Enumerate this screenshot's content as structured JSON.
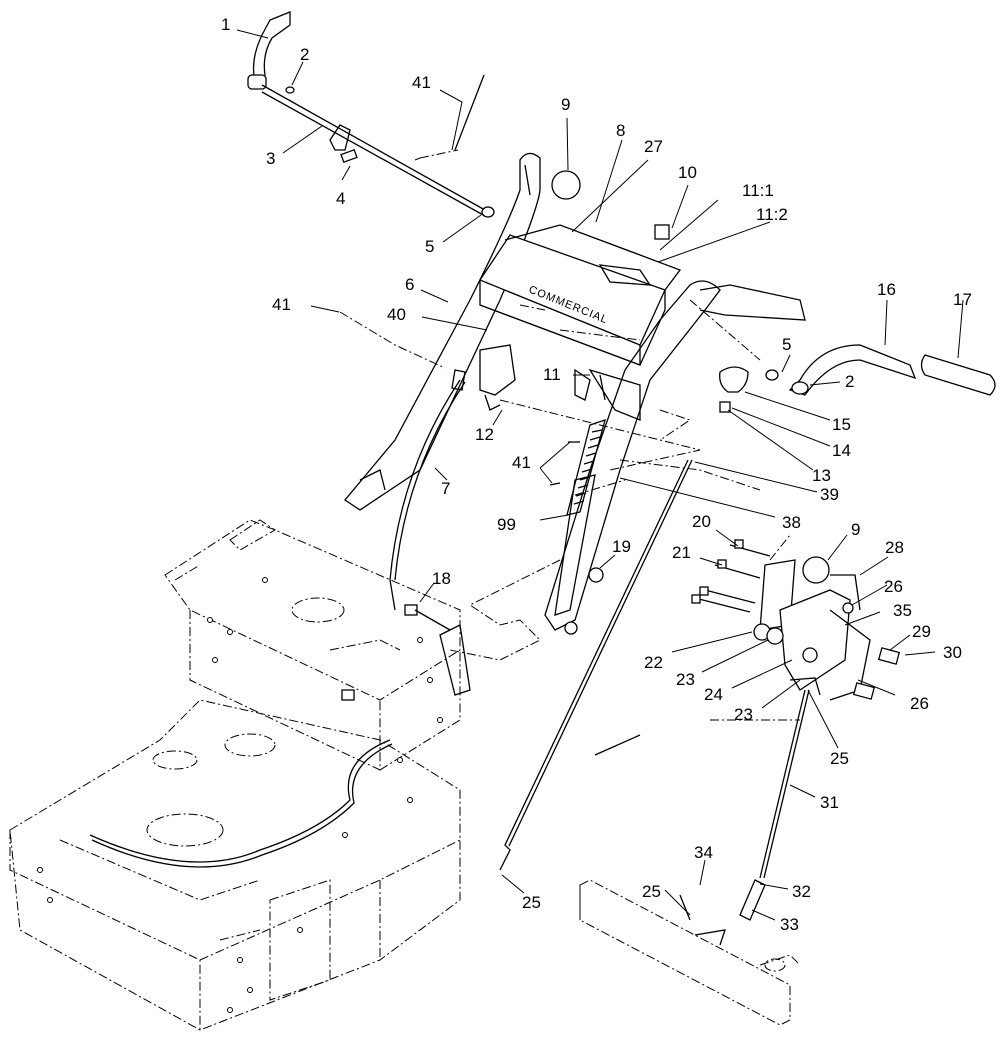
{
  "diagram": {
    "brand_text": "COMMERCIAL",
    "callouts": [
      {
        "id": "c1",
        "text": "1"
      },
      {
        "id": "c2a",
        "text": "2"
      },
      {
        "id": "c3",
        "text": "3"
      },
      {
        "id": "c4",
        "text": "4"
      },
      {
        "id": "c5a",
        "text": "5"
      },
      {
        "id": "c41a",
        "text": "41"
      },
      {
        "id": "c9a",
        "text": "9"
      },
      {
        "id": "c8",
        "text": "8"
      },
      {
        "id": "c27",
        "text": "27"
      },
      {
        "id": "c10",
        "text": "10"
      },
      {
        "id": "c11_1",
        "text": "11:1"
      },
      {
        "id": "c11_2",
        "text": "11:2"
      },
      {
        "id": "c6",
        "text": "6"
      },
      {
        "id": "c41b",
        "text": "41"
      },
      {
        "id": "c40",
        "text": "40"
      },
      {
        "id": "c16",
        "text": "16"
      },
      {
        "id": "c17",
        "text": "17"
      },
      {
        "id": "c5b",
        "text": "5"
      },
      {
        "id": "c2b",
        "text": "2"
      },
      {
        "id": "c11",
        "text": "11"
      },
      {
        "id": "c15",
        "text": "15"
      },
      {
        "id": "c14",
        "text": "14"
      },
      {
        "id": "c12",
        "text": "12"
      },
      {
        "id": "c13",
        "text": "13"
      },
      {
        "id": "c41c",
        "text": "41"
      },
      {
        "id": "c7",
        "text": "7"
      },
      {
        "id": "c39",
        "text": "39"
      },
      {
        "id": "c99",
        "text": "99"
      },
      {
        "id": "c38",
        "text": "38"
      },
      {
        "id": "c20",
        "text": "20"
      },
      {
        "id": "c9b",
        "text": "9"
      },
      {
        "id": "c28",
        "text": "28"
      },
      {
        "id": "c19",
        "text": "19"
      },
      {
        "id": "c21",
        "text": "21"
      },
      {
        "id": "c26a",
        "text": "26"
      },
      {
        "id": "c18",
        "text": "18"
      },
      {
        "id": "c35",
        "text": "35"
      },
      {
        "id": "c29",
        "text": "29"
      },
      {
        "id": "c30",
        "text": "30"
      },
      {
        "id": "c22",
        "text": "22"
      },
      {
        "id": "c23a",
        "text": "23"
      },
      {
        "id": "c24",
        "text": "24"
      },
      {
        "id": "c26b",
        "text": "26"
      },
      {
        "id": "c23b",
        "text": "23"
      },
      {
        "id": "c25a",
        "text": "25"
      },
      {
        "id": "c31",
        "text": "31"
      },
      {
        "id": "c34",
        "text": "34"
      },
      {
        "id": "c32",
        "text": "32"
      },
      {
        "id": "c25b",
        "text": "25"
      },
      {
        "id": "c33",
        "text": "33"
      },
      {
        "id": "c25c",
        "text": "25"
      }
    ]
  }
}
